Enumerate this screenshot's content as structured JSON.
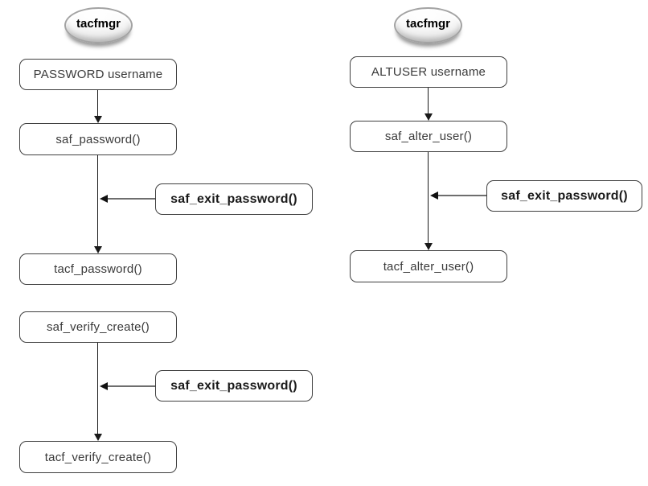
{
  "diagram": {
    "left_flow": {
      "entity_label": "tacfmgr",
      "start": "PASSWORD username",
      "step1": "saf_password()",
      "exit1": "saf_exit_password()",
      "result1": "tacf_password()",
      "step2": "saf_verify_create()",
      "exit2": "saf_exit_password()",
      "result2": "tacf_verify_create()"
    },
    "right_flow": {
      "entity_label": "tacfmgr",
      "start": "ALTUSER username",
      "step1": "saf_alter_user()",
      "exit1": "saf_exit_password()",
      "result1": "tacf_alter_user()"
    },
    "colors": {
      "background": "#ffffff",
      "node_fill": "#ffffff",
      "node_border": "#3f3f3f",
      "node_text": "#3a3a3a",
      "bold_node_text": "#1a1a1a",
      "arrow": "#1a1a1a",
      "exit_arrow_shaft": "#6e6e6e",
      "ellipse_rim": "#a3a3a3"
    }
  }
}
